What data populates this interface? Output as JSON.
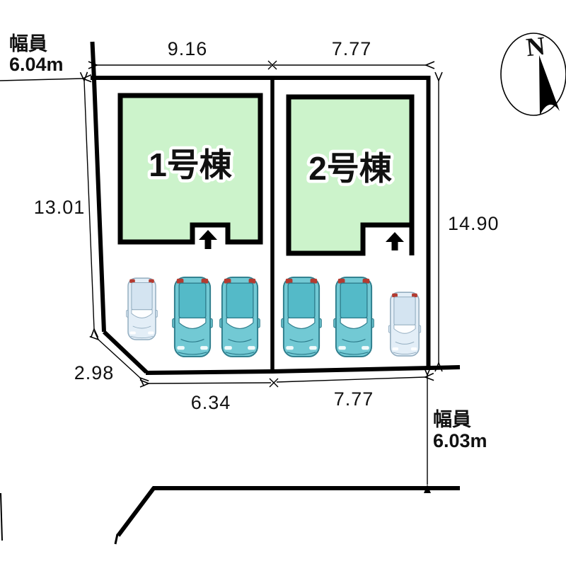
{
  "compass": {
    "north_label": "N"
  },
  "roads": {
    "top_left": {
      "line1": "幅員",
      "line2": "6.04m"
    },
    "bottom_right": {
      "line1": "幅員",
      "line2": "6.03m"
    }
  },
  "dimensions": {
    "lot1_top": "9.16",
    "lot2_top": "7.77",
    "left_side": "13.01",
    "right_side": "14.90",
    "corner_cut": "2.98",
    "lot1_bottom": "6.34",
    "lot2_bottom": "7.77"
  },
  "buildings": {
    "b1": {
      "label": "1号棟"
    },
    "b2": {
      "label": "2号棟"
    }
  },
  "colors": {
    "line": "#000000",
    "building_fill": "#ccf3cb",
    "car_teal_body": "#72c9d4",
    "car_teal_roof": "#54bac8",
    "car_pale_body": "#e3eef7",
    "car_pale_roof": "#d4e4f1",
    "tail_light": "#b43b31"
  }
}
